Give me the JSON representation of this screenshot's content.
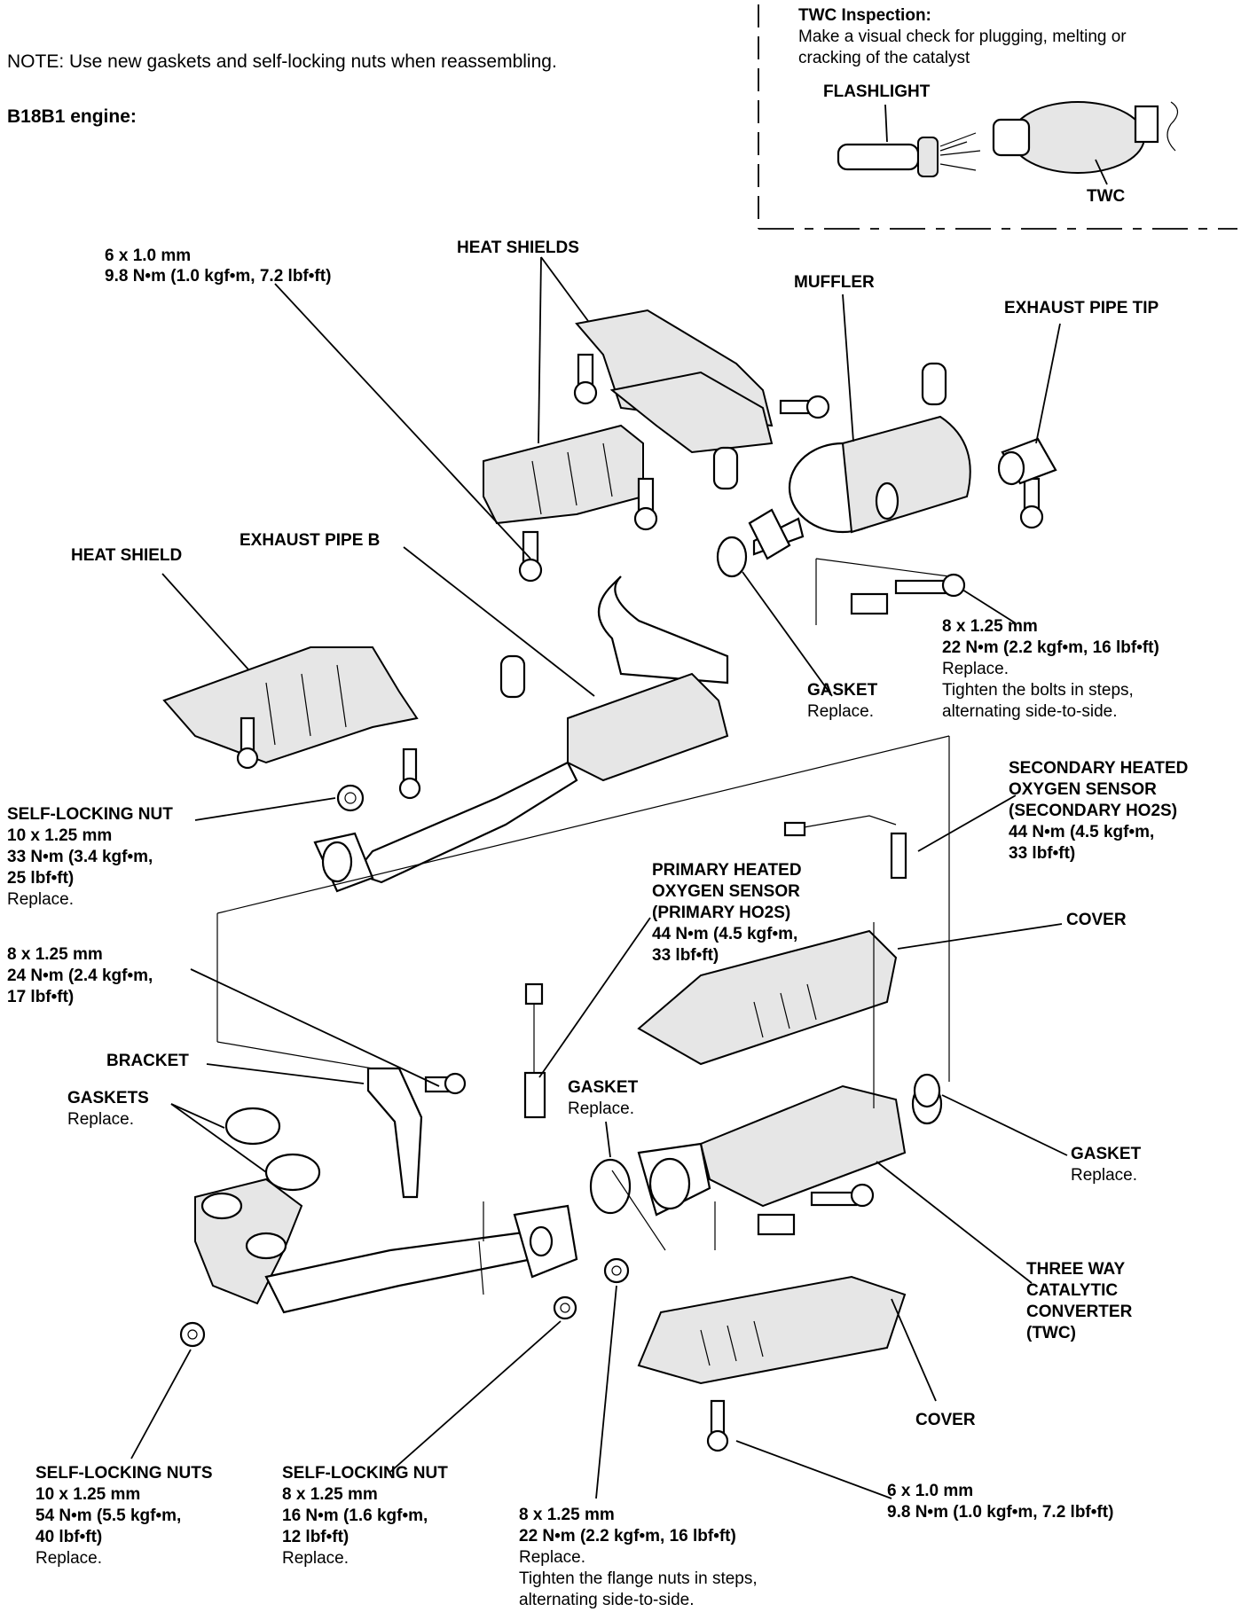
{
  "header": {
    "note": "NOTE:  Use new gaskets and self-locking nuts when reassembling.",
    "engine": "B18B1 engine:"
  },
  "inset": {
    "title": "TWC Inspection:",
    "line1": "Make a visual check for plugging, melting or",
    "line2": "cracking of the catalyst",
    "flashlight": "FLASHLIGHT",
    "twc": "TWC"
  },
  "labels": {
    "bolt_top": [
      "6 x 1.0 mm",
      "9.8 N•m (1.0 kgf•m, 7.2 lbf•ft)"
    ],
    "heat_shields": "HEAT SHIELDS",
    "muffler": "MUFFLER",
    "exhaust_pipe_tip": "EXHAUST PIPE TIP",
    "heat_shield": "HEAT SHIELD",
    "exhaust_pipe_b": "EXHAUST PIPE B",
    "gasket_mid": [
      "GASKET",
      "Replace."
    ],
    "bolt_mid": [
      "8 x 1.25 mm",
      "22 N•m (2.2 kgf•m, 16 lbf•ft)",
      "Replace.",
      "Tighten the bolts in steps,",
      "alternating side-to-side."
    ],
    "self_locking_nut_left": [
      "SELF-LOCKING NUT",
      "10 x 1.25 mm",
      "33 N•m (3.4 kgf•m,",
      "25 lbf•ft)",
      "Replace."
    ],
    "secondary_sensor": [
      "SECONDARY HEATED",
      "OXYGEN SENSOR",
      "(SECONDARY HO2S)",
      "44 N•m (4.5 kgf•m,",
      "33 lbf•ft)"
    ],
    "primary_sensor": [
      "PRIMARY HEATED",
      "OXYGEN SENSOR",
      "(PRIMARY HO2S)",
      "44 N•m (4.5 kgf•m,",
      "33 lbf•ft)"
    ],
    "cover_top": "COVER",
    "bolt_bracket": [
      "8 x 1.25 mm",
      "24 N•m (2.4 kgf•m,",
      "17 lbf•ft)"
    ],
    "bracket": "BRACKET",
    "gaskets_left": [
      "GASKETS",
      "Replace."
    ],
    "gasket_center": [
      "GASKET",
      "Replace."
    ],
    "gasket_right": [
      "GASKET",
      "Replace."
    ],
    "twc": [
      "THREE WAY",
      "CATALYTIC",
      "CONVERTER",
      "(TWC)"
    ],
    "cover_bottom": "COVER",
    "nuts_bottom_left": [
      "SELF-LOCKING NUTS",
      "10 x 1.25 mm",
      "54 N•m (5.5 kgf•m,",
      "40 lbf•ft)",
      "Replace."
    ],
    "nut_bottom_mid": [
      "SELF-LOCKING NUT",
      "8 x 1.25 mm",
      "16 N•m (1.6 kgf•m,",
      "12 lbf•ft)",
      "Replace."
    ],
    "flange_nuts": [
      "8 x 1.25 mm",
      "22 N•m (2.2 kgf•m, 16 lbf•ft)",
      "Replace.",
      "Tighten the flange nuts in steps,",
      "alternating side-to-side."
    ],
    "bolt_bottom_right": [
      "6 x 1.0 mm",
      "9.8 N•m (1.0 kgf•m, 7.2 lbf•ft)"
    ]
  }
}
